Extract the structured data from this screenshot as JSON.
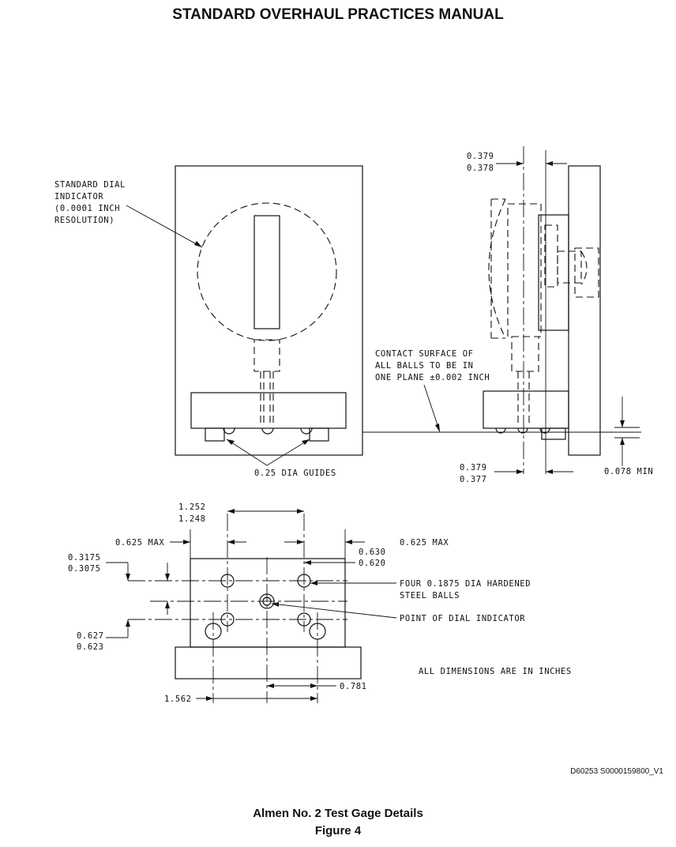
{
  "header": {
    "title": "STANDARD OVERHAUL PRACTICES MANUAL"
  },
  "figure": {
    "caption_title": "Almen No. 2 Test Gage Details",
    "caption_number": "Figure 4",
    "document_id": "D60253 S0000159800_V1"
  },
  "labels": {
    "dial_line1": "STANDARD DIAL",
    "dial_line2": "INDICATOR",
    "dial_line3": "(0.0001 INCH",
    "dial_line4": "RESOLUTION)",
    "guides": "0.25 DIA GUIDES",
    "contact_line1": "CONTACT SURFACE OF",
    "contact_line2": "ALL BALLS TO BE IN",
    "contact_line3": "ONE PLANE ±0.002 INCH",
    "top_dim_a": "0.379",
    "top_dim_b": "0.378",
    "bottom_dim_a": "0.379",
    "bottom_dim_b": "0.377",
    "min_dim": "0.078 MIN",
    "width_a": "1.252",
    "width_b": "1.248",
    "left_max": "0.625 MAX",
    "right_max": "0.625 MAX",
    "offset_a": "0.630",
    "offset_b": "0.620",
    "vert_a": "0.3175",
    "vert_b": "0.3075",
    "balls_line1": "FOUR 0.1875 DIA HARDENED",
    "balls_line2": "STEEL BALLS",
    "point": "POINT OF DIAL INDICATOR",
    "low_a": "0.627",
    "low_b": "0.623",
    "all_dims": "ALL DIMENSIONS ARE IN INCHES",
    "dim_781": "0.781",
    "dim_1562": "1.562"
  }
}
